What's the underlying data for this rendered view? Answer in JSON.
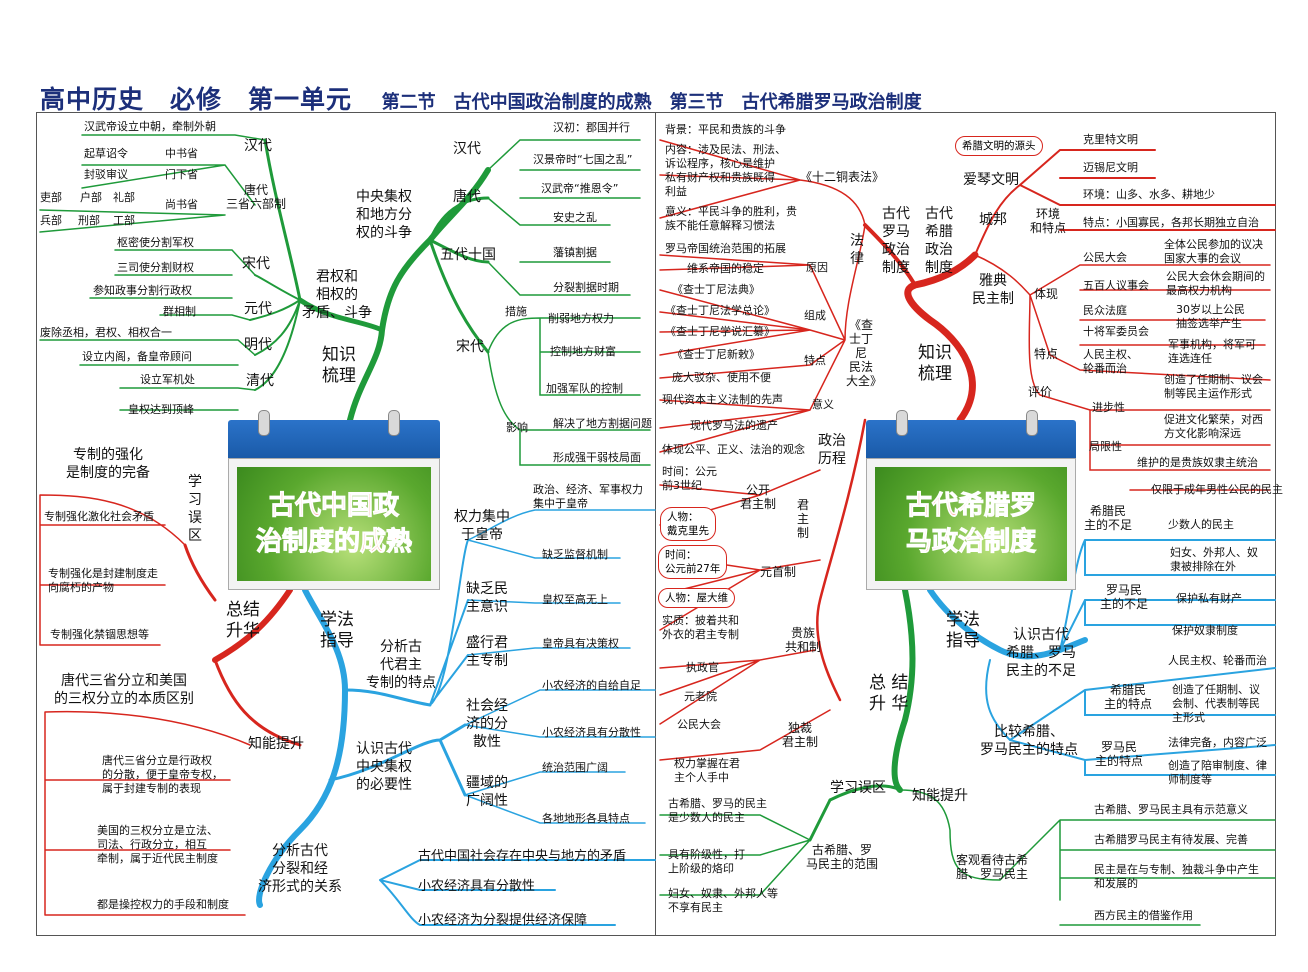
{
  "title": {
    "main": "高中历史　必修　第一单元",
    "sub": "第二节　古代中国政治制度的成熟　第三节　古代希腊罗马政治制度"
  },
  "colors": {
    "green": "#1f9a3a",
    "red": "#d7261e",
    "blue": "#2aa3e0",
    "navy": "#1c2f7a"
  },
  "left": {
    "center": "古代中国政\n治制度的成熟",
    "branches": {
      "zhishi": "知识\n梳理",
      "zongjie": "总结\n升华",
      "xuefa": "学法\n指导"
    },
    "conflict": "君权和\n相权的\n矛盾、斗争",
    "centralLocal": "中央集权\n和地方分\n权的斗争",
    "dynasties": [
      "汉代",
      "唐代\n三省六部制",
      "宋代",
      "元代",
      "明代",
      "清代"
    ],
    "han": [
      "汉武帝设立中朝，牵制外朝"
    ],
    "tang": [
      "起草诏令",
      "中书省",
      "封驳审议",
      "门下省",
      "吏部",
      "户部",
      "礼部",
      "尚书省",
      "兵部",
      "刑部",
      "工部"
    ],
    "song": [
      "枢密使分割军权",
      "三司使分割财权",
      "参知政事分割行政权"
    ],
    "yuan": [
      "群相制"
    ],
    "ming": [
      "废除丞相，君权、相权合一",
      "设立内阁，备皇帝顾问"
    ],
    "qing": [
      "设立军机处",
      "皇权达到顶峰"
    ],
    "cl_dyn": [
      "汉代",
      "唐代",
      "五代十国",
      "宋代"
    ],
    "cl_han": [
      "汉初：郡国并行",
      "汉景帝时“七国之乱”",
      "汉武帝“推恩令”"
    ],
    "cl_tang": [
      "安史之乱",
      "藩镇割据"
    ],
    "cl_wd": [
      "分裂割据时期"
    ],
    "cl_song_cuoshi": "措施",
    "cl_song": [
      "削弱地方权力",
      "控制地方财富",
      "加强军队的控制"
    ],
    "cl_song_yingxiang": "影响",
    "cl_song2": [
      "解决了地方割据问题",
      "形成强干弱枝局面"
    ],
    "wuqu": "学\n习\n误\n区",
    "wuqu_title": "专制的强化\n是制度的完备",
    "wuqu_items": [
      "专制强化激化社会矛盾",
      "专制强化是封建制度走\n向腐朽的产物",
      "专制强化禁锢思想等"
    ],
    "zhineng": "知能提升",
    "zhineng_title": "唐代三省分立和美国\n的三权分立的本质区别",
    "zhineng_items": [
      "唐代三省分立是行政权\n的分散，便于皇帝专权，\n属于封建专制的表现",
      "美国的三权分立是立法、\n司法、行政分立，相互\n牵制，属于近代民主制度",
      "都是操控权力的手段和制度"
    ],
    "fenxi": "分析古\n代君主\n专制的特点",
    "fenxi_sub": [
      "权力集中\n于皇帝",
      "缺乏民\n主意识",
      "盛行君\n主专制"
    ],
    "fenxi_items": [
      "政治、经济、军事权力\n集中于皇帝",
      "缺乏监督机制",
      "皇权至高无上",
      "皇帝具有决策权"
    ],
    "renshi": "认识古代\n中央集权\n的必要性",
    "renshi_sub": [
      "社会经\n济的分\n散性",
      "疆域的\n广阔性"
    ],
    "renshi_items": [
      "小农经济的自给自足",
      "小农经济具有分散性",
      "统治范围广阔",
      "各地地形各具特点"
    ],
    "guanxi": "分析古代\n分裂和经\n济形式的关系",
    "guanxi_items": [
      "古代中国社会存在中央与地方的矛盾",
      "小农经济具有分散性",
      "小农经济为分裂提供经济保障"
    ]
  },
  "right": {
    "center": "古代希腊罗\n马政治制度",
    "branches": {
      "zhishi": "知识\n梳理",
      "xuefa": "学法\n指导",
      "zongjie": "总 结\n升 华"
    },
    "greece": "古代\n希腊\n政治\n制度",
    "rome": "古代\n罗马\n政治\n制度",
    "aiqin": "爱琴文明",
    "aiqin_src": "希腊文明的源头",
    "aiqin_items": [
      "克里特文明",
      "迈锡尼文明"
    ],
    "chengbang": "城邦",
    "huanjing": "环境\n和特点",
    "huanjing_items": [
      "环境：山多、水多、耕地少",
      "特点：小国寡民，各邦长期独立自治"
    ],
    "yadian": "雅典\n民主制",
    "tixian": "体现",
    "tixian_items": [
      "公民大会",
      "全体公民参加的议决\n国家大事的会议",
      "五百人议事会",
      "公民大会休会期间的\n最高权力机构",
      "民众法庭",
      "30岁以上公民\n抽签选举产生",
      "十将军委员会",
      "军事机构，将军可\n连选连任"
    ],
    "tedian": "特点",
    "tedian_items": [
      "人民主权、\n轮番而治",
      "创造了任期制、议会\n制等民主运作形式"
    ],
    "pingjia": "评价",
    "jinbu": "进步性",
    "jinbu_items": [
      "促进文化繁荣，对西\n方文化影响深远"
    ],
    "juxian": "局限性",
    "juxian_items": [
      "维护的是贵族奴隶主统治",
      "仅限于成年男性公民的民主"
    ],
    "falv": "法\n律",
    "shier": "《十二铜表法》",
    "shier_items": [
      "背景：平民和贵族的斗争",
      "内容：涉及民法、刑法、\n诉讼程序，核心是维护\n私有财产权和贵族既得\n利益",
      "意义：平民斗争的胜利，贵\n族不能任意解释习惯法"
    ],
    "minfa": "《查士丁尼\n民法大全》",
    "minfa_sub": [
      "原因",
      "组成",
      "特点",
      "意义"
    ],
    "minfa_items": [
      "罗马帝国统治范围的拓展",
      "维系帝国的稳定",
      "《查士丁尼法典》",
      "《查士丁尼法学总论》",
      "《查士丁尼学说汇纂》",
      "《查士丁尼新敕》",
      "庞大驳杂、使用不便",
      "现代资本主义法制的先声",
      "现代罗马法的遗产",
      "体现公平、正义、法治的观念"
    ],
    "zhengzhi": "政治\n历程",
    "junzhu": "君\n主\n制",
    "gongkai": "公开\n君主制",
    "gongkai_items": [
      "时间：公元\n前3世纪",
      "人物：\n戴克里先"
    ],
    "yuanshou": "元首制",
    "yuanshou_items": [
      "时间：\n公元前27年",
      "人物：屋大维",
      "实质：披着共和\n外衣的君主专制"
    ],
    "guizu": "贵族\n共和制",
    "guizu_items": [
      "执政官",
      "元老院",
      "公民大会"
    ],
    "duzai": "独裁\n君主制",
    "duzai_items": [
      "权力掌握在君\n主个人手中"
    ],
    "renshi": "认识古代\n希腊、罗马\n民主的不足",
    "renshi_sub": [
      "希腊民\n主的不足",
      "罗马民\n主的不足"
    ],
    "renshi_items": [
      "少数人的民主",
      "妇女、外邦人、奴\n隶被排除在外",
      "保护私有财产",
      "保护奴隶制度"
    ],
    "bijiao": "比较希腊、\n罗马民主的特点",
    "bijiao_sub": [
      "希腊民\n主的特点",
      "罗马民\n主的特点"
    ],
    "bijiao_items": [
      "人民主权、轮番而治",
      "创造了任期制、议\n会制、代表制等民\n主形式",
      "法律完备，内容广泛",
      "创造了陪审制度、律\n师制度等"
    ],
    "wuqu": "学习误区",
    "zhineng": "知能提升",
    "fanwei": "古希腊、罗\n马民主的范围",
    "fanwei_items": [
      "古希腊、罗马的民主\n是少数人的民主",
      "具有阶级性，打\n上阶级的烙印",
      "妇女、奴隶、外邦人等\n不享有民主"
    ],
    "keguan": "客观看待古希\n腊、罗马民主",
    "keguan_items": [
      "古希腊、罗马民主具有示范意义",
      "古希腊罗马民主有待发展、完善",
      "民主是在与专制、独裁斗争中产生\n和发展的",
      "西方民主的借鉴作用"
    ]
  }
}
